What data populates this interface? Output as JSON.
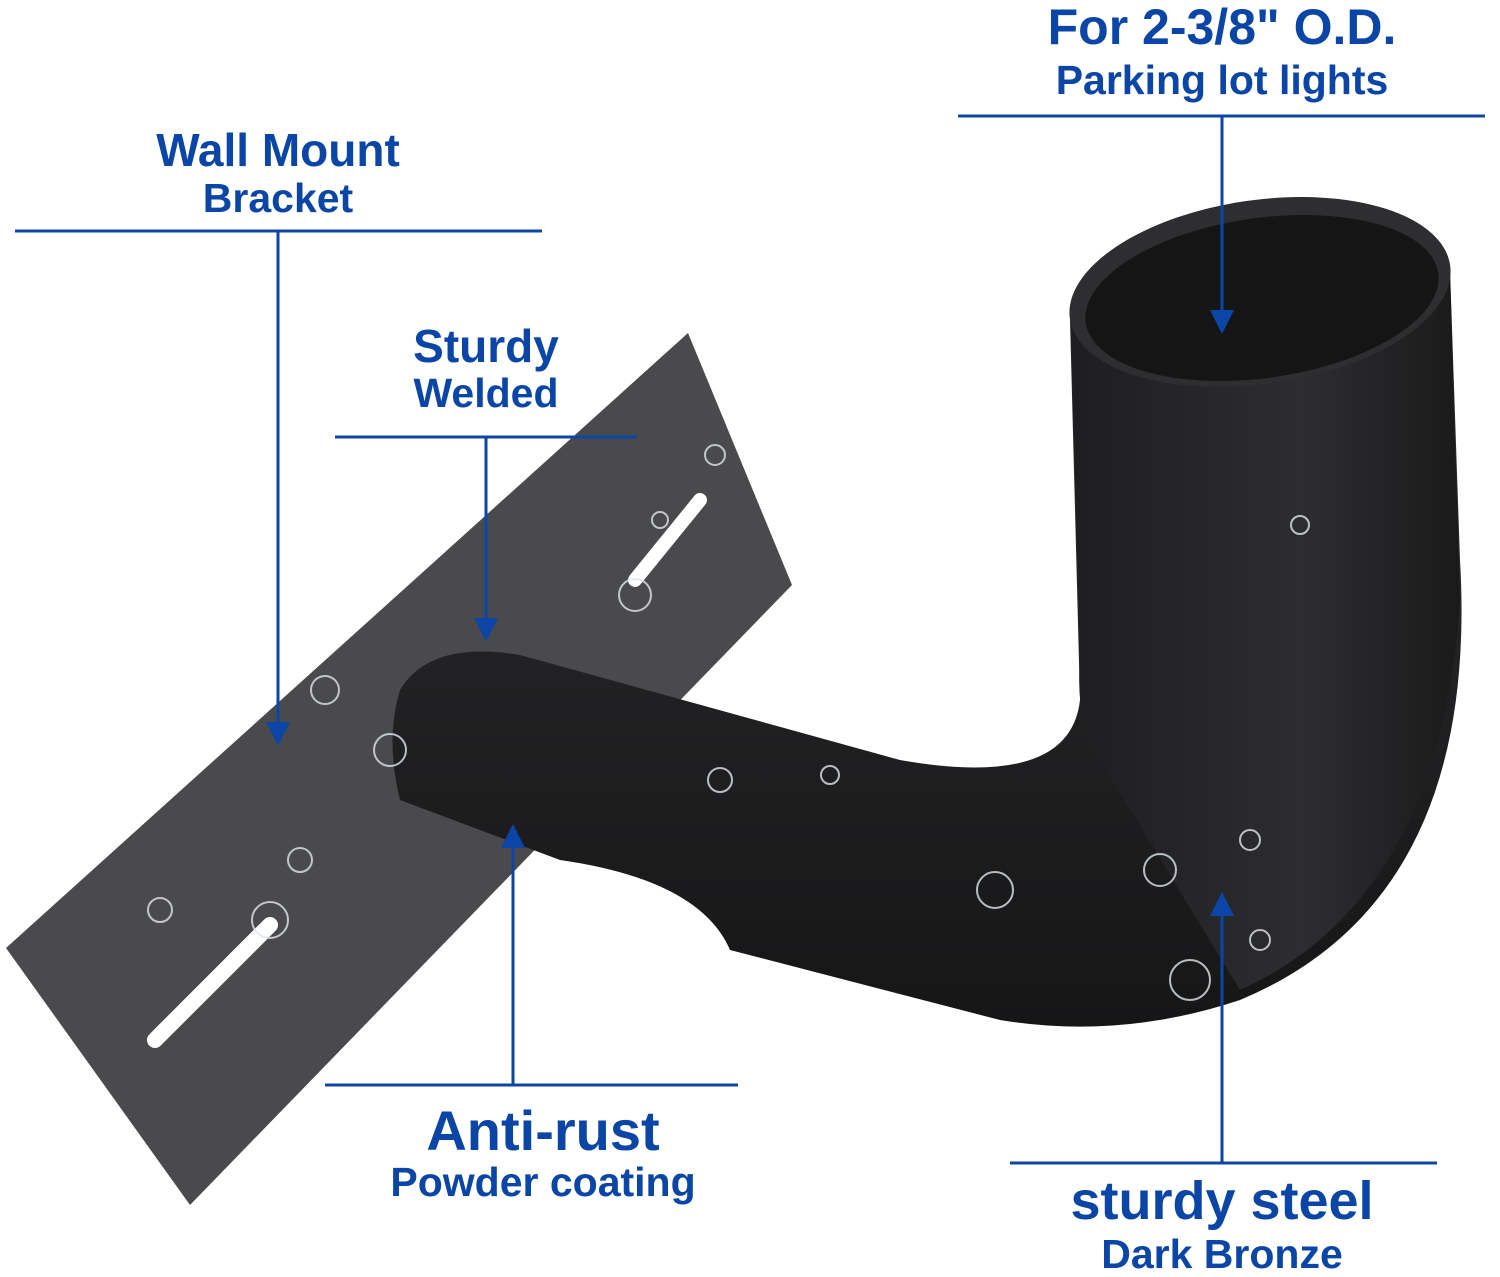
{
  "colors": {
    "label": "#0b46a6",
    "metal": "#2a2a2c",
    "plate": "#4a4a4d"
  },
  "callouts": {
    "top_right": {
      "title": "For 2-3/8\" O.D.",
      "subtitle": "Parking lot lights"
    },
    "top_left": {
      "title": "Wall Mount",
      "subtitle": "Bracket"
    },
    "middle": {
      "title": "Sturdy",
      "subtitle": "Welded"
    },
    "bottom_left": {
      "title": "Anti-rust",
      "subtitle": "Powder coating"
    },
    "bottom_right": {
      "title": "sturdy steel",
      "subtitle": "Dark Bronze"
    }
  }
}
